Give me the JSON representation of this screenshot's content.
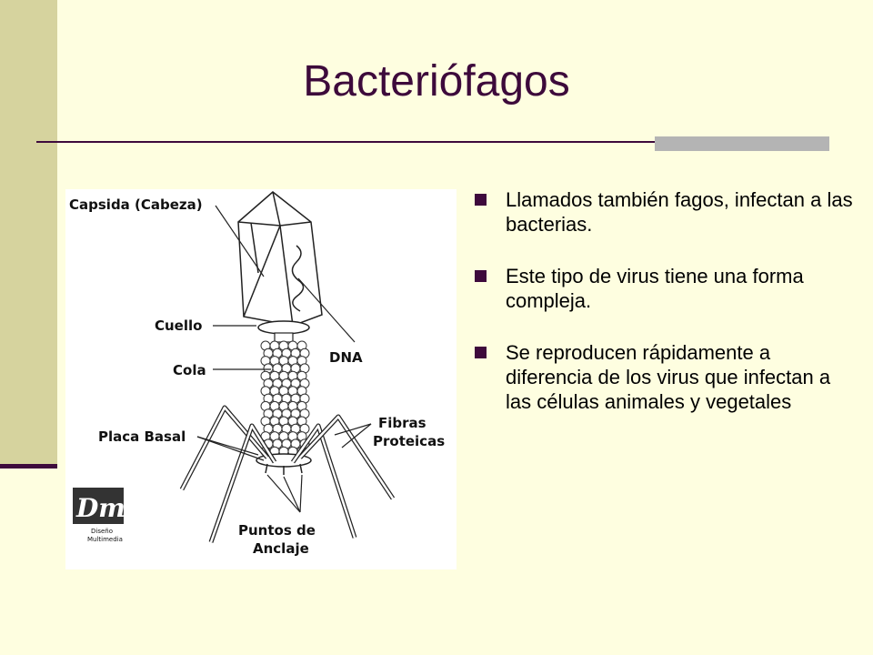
{
  "slide": {
    "title": "Bacteriófagos",
    "colors": {
      "background": "#fefee0",
      "side_band": "#d6d39e",
      "accent": "#3e0a3c",
      "title_text": "#3d0a3b",
      "rule_accent": "#b4b4b4"
    }
  },
  "diagram": {
    "labels": {
      "capsid": "Capsida (Cabeza)",
      "neck": "Cuello",
      "dna": "DNA",
      "tail": "Cola",
      "base_plate": "Placa Basal",
      "fibers_line1": "Fibras",
      "fibers_line2": "Proteicas",
      "anchors_line1": "Puntos de",
      "anchors_line2": "Anclaje"
    },
    "logo": {
      "mark": "Dm",
      "line1": "Diseño",
      "line2": "Multimedia"
    }
  },
  "bullets": [
    {
      "text": "Llamados también fagos, infectan a las bacterias."
    },
    {
      "text": "Este tipo de virus tiene una forma compleja."
    },
    {
      "text": "Se reproducen rápidamente a diferencia de los virus que infectan a las células animales y vegetales"
    }
  ]
}
